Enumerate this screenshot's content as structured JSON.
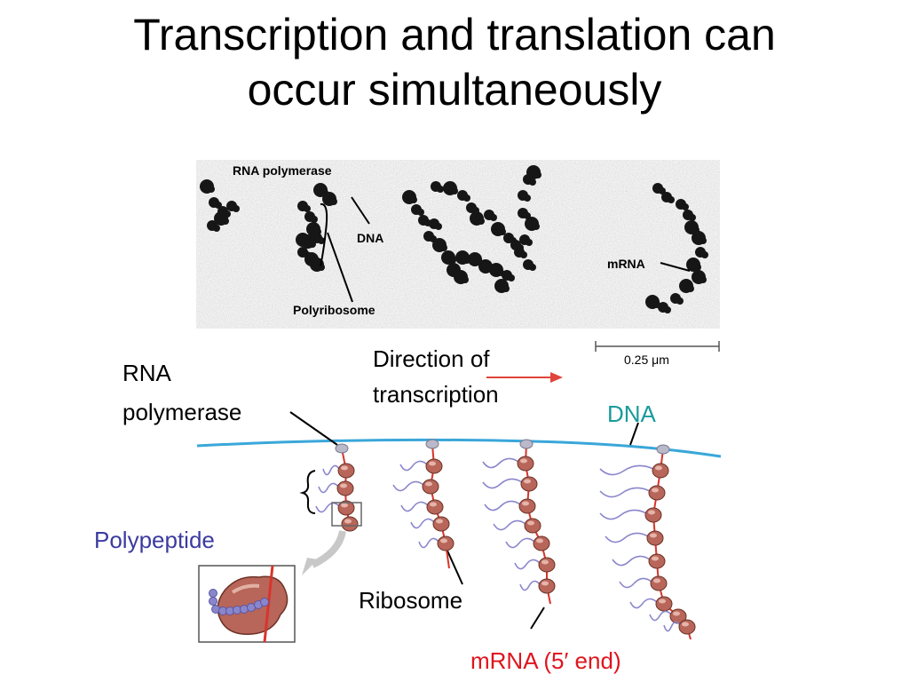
{
  "title": {
    "line1": "Transcription and translation can",
    "line2": "occur simultaneously"
  },
  "micrograph": {
    "rna_polymerase": "RNA polymerase",
    "dna": "DNA",
    "mrna": "mRNA",
    "polyribosome": "Polyribosome",
    "scale_bar": "0.25 μm"
  },
  "diagram": {
    "rna_polymerase_line1": "RNA",
    "rna_polymerase_line2": "polymerase",
    "direction_line1": "Direction of",
    "direction_line2": "transcription",
    "dna": "DNA",
    "polypeptide": "Polypeptide",
    "ribosome": "Ribosome",
    "mrna_end": "mRNA (5′ end)"
  },
  "colors": {
    "dna_strand": "#3aa7d9",
    "mrna_strand": "#d9342b",
    "ribosome": "#b8655a",
    "polypeptide": "#8a86cc",
    "dna_label": "#1a9b9b",
    "polypeptide_label": "#3b3ba0",
    "mrna_label": "#e0141e"
  }
}
